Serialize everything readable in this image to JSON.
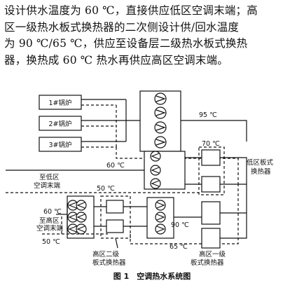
{
  "paragraph": {
    "lines": [
      "设计供水温度为 60 ℃，直接供应低区空调末端；高",
      "区一级热水板式换热器的二次侧设计供/回水温度",
      "为 90 ℃/65 ℃，供应至设备层二级热水板式换热",
      "器，换热成 60 ℃ 热水再供应高区空调末端。"
    ]
  },
  "diagram": {
    "boilers": [
      "1#锅炉",
      "2#锅炉",
      "3#锅炉"
    ],
    "temps": {
      "t95": "95 ℃",
      "t70": "70 ℃",
      "t60_low": "60 ℃",
      "t50_low": "50 ℃",
      "t60_high": "60 ℃",
      "t50_high": "50 ℃",
      "t90": "90 ℃",
      "t65": "65 ℃"
    },
    "labels": {
      "low_hx_1": "低区板式",
      "low_hx_2": "换热器",
      "to_low_1": "至低区",
      "to_low_2": "空调末端",
      "to_high_1": "至高区",
      "to_high_2": "空调末端",
      "high2_1": "高区二级",
      "high2_2": "板式换热器",
      "high1_1": "高区一级",
      "high1_2": "板式换热器"
    },
    "caption": "图 1　空调热水系统图"
  }
}
